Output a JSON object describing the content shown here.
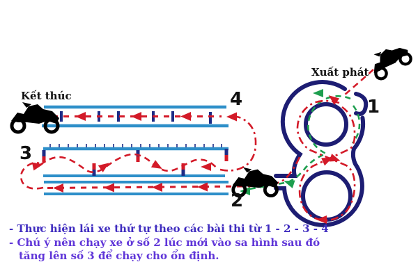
{
  "labels": {
    "start": "Xuất phát",
    "finish": "Kết thúc",
    "stage1": "1",
    "stage2": "2",
    "stage3": "3",
    "stage4": "4"
  },
  "notes": {
    "line1": "- Thực hiện lái xe thứ tự theo các bài thi từ 1 - 2 - 3 - 4",
    "line2": "- Chú ý nên chạy xe ở số 2 lúc mới vào sa hình sau đó",
    "line3": "tăng lên số 3 để chạy cho ổn định."
  },
  "icons": {
    "start_rider": "motorcycle-icon",
    "exit_rider": "motorcycle-icon",
    "finish_rider": "motorcycle-icon"
  },
  "colors": {
    "background": "#ffffff",
    "track_blue": "#2e8fc9",
    "post_navy": "#1e2c86",
    "route_red": "#d31a28",
    "route_green": "#1d9e4e",
    "boundary_navy": "#1d1d73",
    "note_color_line1": "#3f2cbf",
    "note_color_line23": "#5f35d8",
    "label_black": "#111111"
  }
}
